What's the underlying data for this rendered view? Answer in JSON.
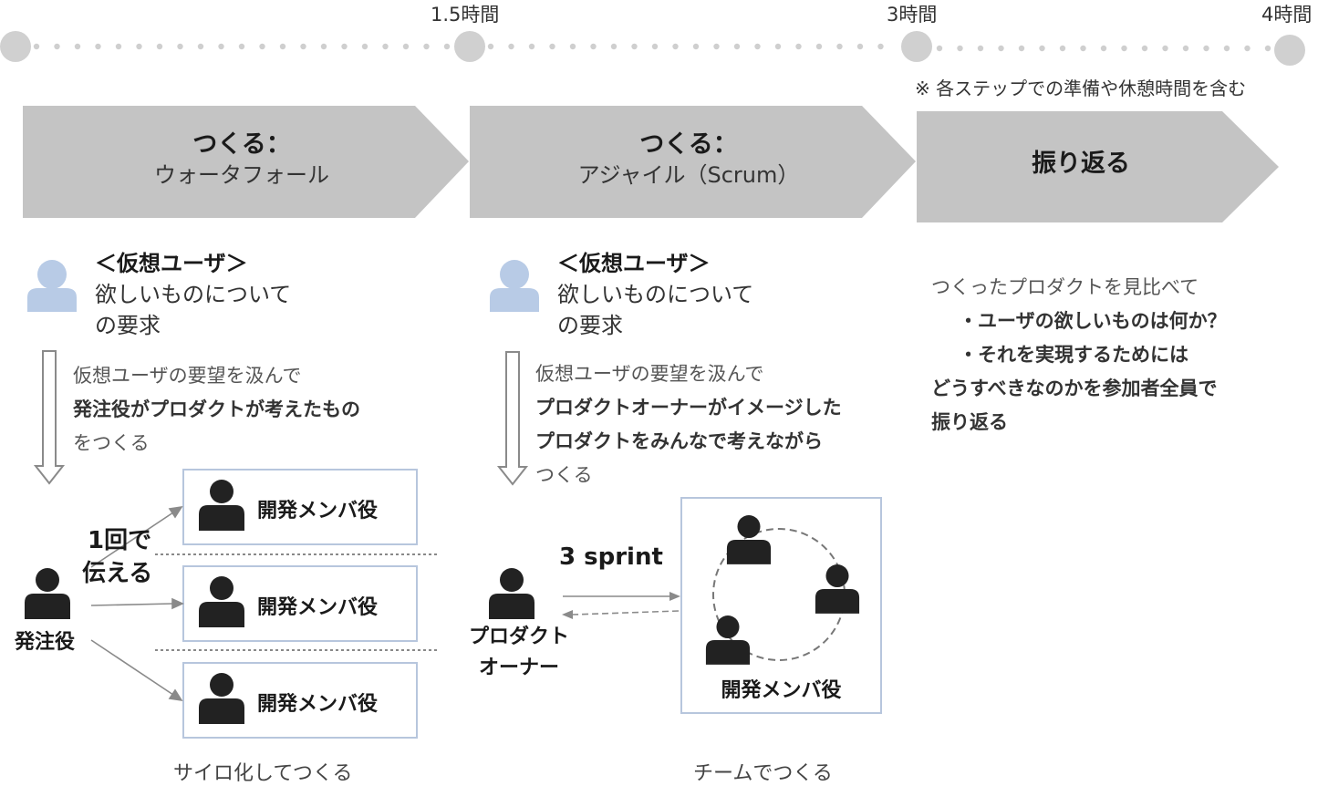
{
  "timeline": {
    "labels": [
      "1.5時間",
      "3時間",
      "4時間"
    ],
    "note": "※ 各ステップでの準備や休憩時間を含む"
  },
  "phases": [
    {
      "title": "つくる：",
      "subtitle": "ウォータフォール"
    },
    {
      "title": "つくる：",
      "subtitle": "アジャイル（Scrum）"
    },
    {
      "title": "振り返る",
      "subtitle": ""
    }
  ],
  "waterfall": {
    "user_heading": "＜仮想ユーザ＞",
    "user_lines": [
      "欲しいものについて",
      "の要求"
    ],
    "desc_lines": [
      {
        "text": "仮想ユーザの要望を汲んで",
        "bold": false
      },
      {
        "text": "発注役がプロダクトが考えたもの",
        "bold": true
      },
      {
        "text": "をつくる",
        "bold": false
      }
    ],
    "orderer_label": "発注役",
    "once_lines": [
      "1回で",
      "伝える"
    ],
    "dev_labels": [
      "開発メンバ役",
      "開発メンバ役",
      "開発メンバ役"
    ],
    "caption": "サイロ化してつくる"
  },
  "agile": {
    "user_heading": "＜仮想ユーザ＞",
    "user_lines": [
      "欲しいものについて",
      "の要求"
    ],
    "desc_lines": [
      {
        "text": "仮想ユーザの要望を汲んで",
        "bold": false
      },
      {
        "text": "プロダクトオーナーがイメージした",
        "bold": true
      },
      {
        "text": "プロダクトをみんなで考えながら",
        "bold": true
      },
      {
        "text": "つくる",
        "bold": false
      }
    ],
    "sprint_label": "3 sprint",
    "owner_lines": [
      "プロダクト",
      "オーナー"
    ],
    "team_label": "開発メンバ役",
    "caption": "チームでつくる"
  },
  "retro": {
    "lines": [
      {
        "text": "つくったプロダクトを見比べて",
        "bold": false
      },
      {
        "text": "・ユーザの欲しいものは何か？",
        "bold": true
      },
      {
        "text": "・それを実現するためには",
        "bold": true
      },
      {
        "text": "どうすべきなのかを参加者全員で",
        "bold": true
      },
      {
        "text": "振り返る",
        "bold": true
      }
    ]
  }
}
